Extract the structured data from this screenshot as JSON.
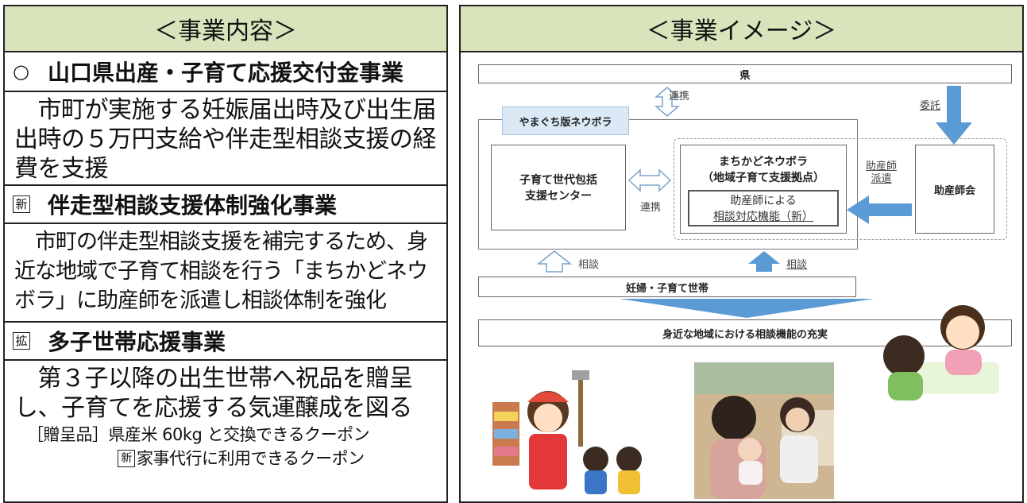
{
  "left": {
    "header": "＜事業内容＞",
    "sections": [
      {
        "mark": "○",
        "title": "山口県出産・子育て応援交付金事業",
        "body": "　市町が実施する妊娠届出時及び出生届出時の５万円支給や伴走型相談支援の経費を支援"
      },
      {
        "mark": "新",
        "title": "伴走型相談支援体制強化事業",
        "body": "　市町の伴走型相談支援を補完するため、身近な地域で子育て相談を行う「まちかどネウボラ」に助産師を派遣し相談体制を強化"
      },
      {
        "mark": "拡",
        "title": "多子世帯応援事業",
        "body": "　第３子以降の出生世帯へ祝品を贈呈し、子育てを応援する気運醸成を図る"
      }
    ],
    "gift_line1": "［贈呈品］県産米 60kg と交換できるクーポン",
    "gift_line2_mark": "新",
    "gift_line2": "家事代行に利用できるクーポン"
  },
  "right": {
    "header": "＜事業イメージ＞",
    "prefecture": "県",
    "renkei_top": "連携",
    "itaku": "委託",
    "yamaguchi": "やまぐち版ネウボラ",
    "center_line1": "子育て世代包括",
    "center_line2": "支援センター",
    "renkei_mid": "連携",
    "machikado_line1": "まちかどネウボラ",
    "machikado_line2": "（地域子育て支援拠点）",
    "new_func_line1": "助産師による",
    "new_func_line2": "相談対応機能（新）",
    "haken_line1": "助産師",
    "haken_line2": "派遣",
    "midwife": "助産師会",
    "soudan_left": "相談",
    "soudan_right": "相談",
    "families": "妊婦・子育て世帯",
    "result": "身近な地域における相談機能の充実"
  }
}
